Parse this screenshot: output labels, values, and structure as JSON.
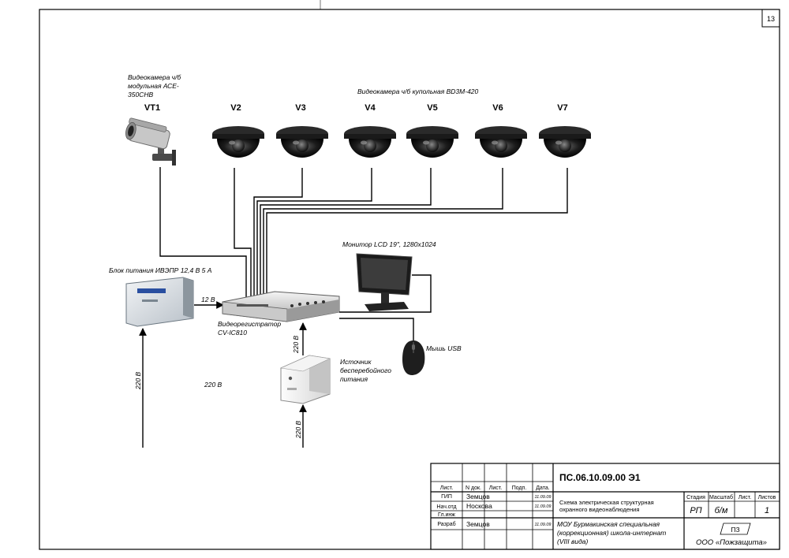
{
  "sheet_number": "13",
  "cameras": {
    "header": "Видеокамера ч/б купольная BD3M-420",
    "vt1": {
      "id": "VT1",
      "caption_lines": [
        "Видеокамера ч/б",
        "модульная АСЕ-",
        "350CHB"
      ]
    },
    "domes": [
      "V2",
      "V3",
      "V4",
      "V5",
      "V6",
      "V7"
    ]
  },
  "power_supply": {
    "label": "Блок питания ИВЭПР 12,4 В 5 А"
  },
  "dvr": {
    "label_lines": [
      "Видеорегистратор",
      "CV-IC810"
    ]
  },
  "monitor": {
    "label": "Монитор LCD 19\", 1280x1024"
  },
  "mouse": {
    "label": "Мышь USB"
  },
  "ups": {
    "label_lines": [
      "Источник",
      "бесперебойного",
      "питания"
    ]
  },
  "voltages": {
    "v12": "12 В",
    "v220_psu": "220 В",
    "v220_mid": "220 В",
    "v220_dvr": "220 В",
    "v220_ups": "220 В"
  },
  "title_block": {
    "doc_code": "ПС.06.10.09.00 Э1",
    "headers": [
      "Лист.",
      "N док.",
      "Лист.",
      "Подп.",
      "Дата."
    ],
    "rows": [
      {
        "role": "ГИП",
        "name": "Земцов",
        "date": "11.09.09"
      },
      {
        "role": "Нач.отд",
        "name": "Носкова",
        "date": "11.09.09"
      },
      {
        "role": "Гл.инж",
        "name": "",
        "date": ""
      },
      {
        "role": "Разраб",
        "name": "Земцов",
        "date": "11.09.09"
      }
    ],
    "title_lines": [
      "Схема электрическая структурная",
      "охранного видеонаблюдения"
    ],
    "stage_headers": [
      "Стадия",
      "Масштаб",
      "Лист.",
      "Листов"
    ],
    "stage_values": [
      "РП",
      "б/м",
      "",
      "1"
    ],
    "object_lines": [
      "МОУ   Бурмакинская   специальная",
      "(коррекционная)    школа-интернат",
      "(VIII вида)"
    ],
    "company_logo": "ПЗ",
    "company": "ООО «Пожзащита»"
  }
}
